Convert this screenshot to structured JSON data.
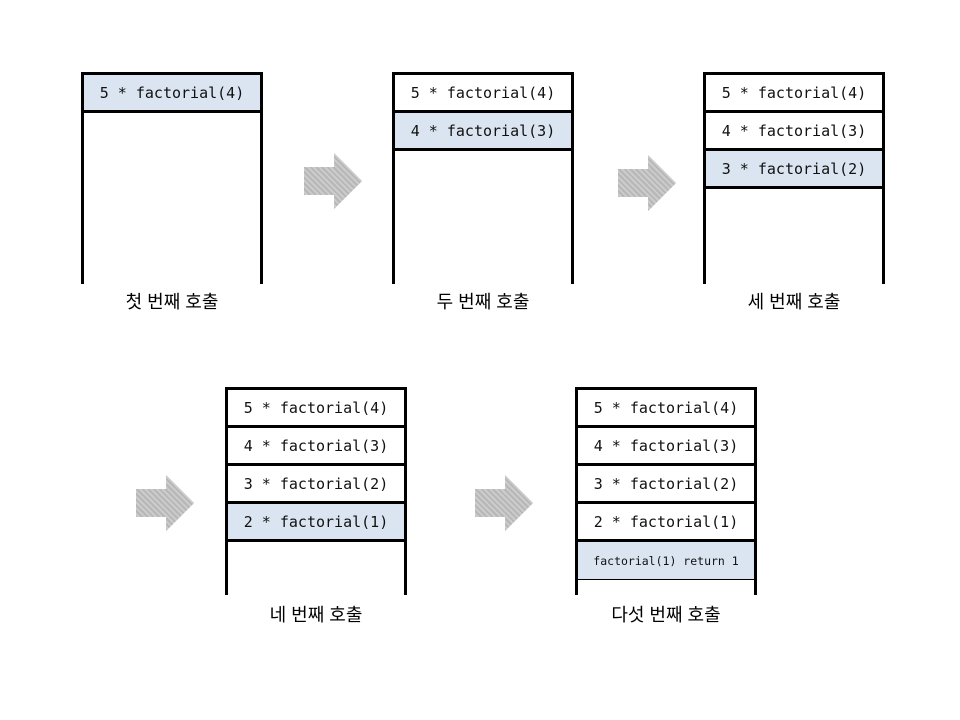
{
  "diagram": {
    "description": "factorial recursion call stack steps",
    "highlight_color": "#dbe5f1",
    "frame_border_color": "#000000",
    "arrow_color": "#c2c2c2",
    "stacks": [
      {
        "label": "첫 번째 호출",
        "frames": [
          {
            "text": "5 * factorial(4)",
            "highlighted": true
          }
        ]
      },
      {
        "label": "두 번째 호출",
        "frames": [
          {
            "text": "5 * factorial(4)",
            "highlighted": false
          },
          {
            "text": "4 * factorial(3)",
            "highlighted": true
          }
        ]
      },
      {
        "label": "세 번째 호출",
        "frames": [
          {
            "text": "5 * factorial(4)",
            "highlighted": false
          },
          {
            "text": "4 * factorial(3)",
            "highlighted": false
          },
          {
            "text": "3 * factorial(2)",
            "highlighted": true
          }
        ]
      },
      {
        "label": "네 번째 호출",
        "frames": [
          {
            "text": "5 * factorial(4)",
            "highlighted": false
          },
          {
            "text": "4 * factorial(3)",
            "highlighted": false
          },
          {
            "text": "3 * factorial(2)",
            "highlighted": false
          },
          {
            "text": "2 * factorial(1)",
            "highlighted": true
          }
        ]
      },
      {
        "label": "다섯 번째 호출",
        "frames": [
          {
            "text": "5 * factorial(4)",
            "highlighted": false
          },
          {
            "text": "4 * factorial(3)",
            "highlighted": false
          },
          {
            "text": "3 * factorial(2)",
            "highlighted": false
          },
          {
            "text": "2 * factorial(1)",
            "highlighted": false
          },
          {
            "text": "factorial(1) return 1",
            "highlighted": true,
            "small": true
          }
        ]
      }
    ]
  }
}
